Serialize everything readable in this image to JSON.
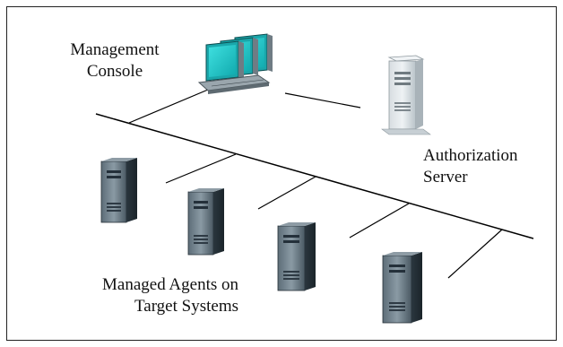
{
  "labels": {
    "console_line1": "Management",
    "console_line2": "Console",
    "auth_line1": "Authorization",
    "auth_line2": "Server",
    "agents_line1": "Managed Agents on",
    "agents_line2": "Target Systems"
  },
  "nodes": {
    "console": {
      "icon": "desktop-computer-icon"
    },
    "auth_server": {
      "icon": "server-tower-icon"
    },
    "agents": [
      {
        "icon": "server-tower-icon"
      },
      {
        "icon": "server-tower-icon"
      },
      {
        "icon": "server-tower-icon"
      },
      {
        "icon": "server-tower-icon"
      }
    ]
  },
  "colors": {
    "screen": "#19c7c7",
    "tower_dark": "#3a4a55",
    "tower_light": "#c8d2d8",
    "line": "#000000"
  }
}
